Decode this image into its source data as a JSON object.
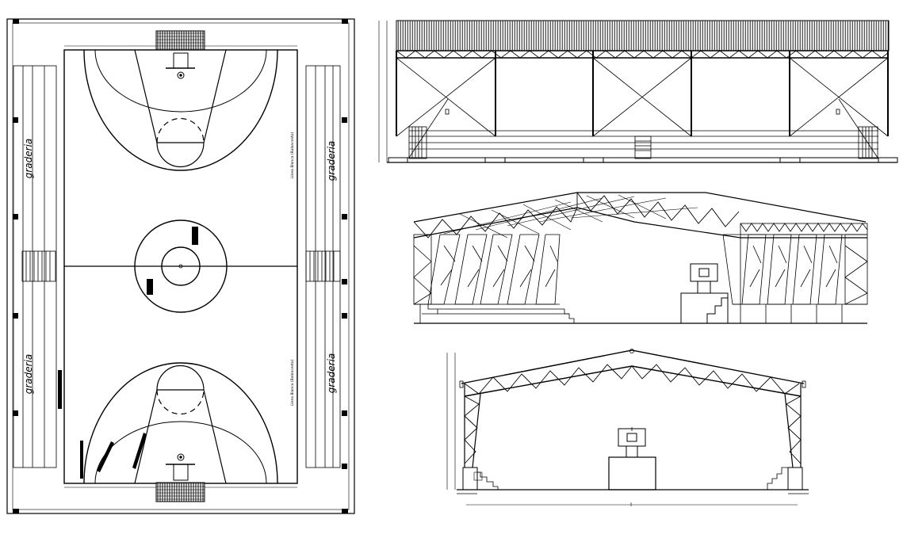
{
  "plan": {
    "stand_label_left_top": "graderia",
    "stand_label_left_bottom": "graderia",
    "stand_label_right_top": "graderia",
    "stand_label_right_bottom": "graderia",
    "court_note_top": "Linea Blanca (Baloncesto)",
    "court_note_bottom": "Linea Blanca (Baloncesto)"
  }
}
